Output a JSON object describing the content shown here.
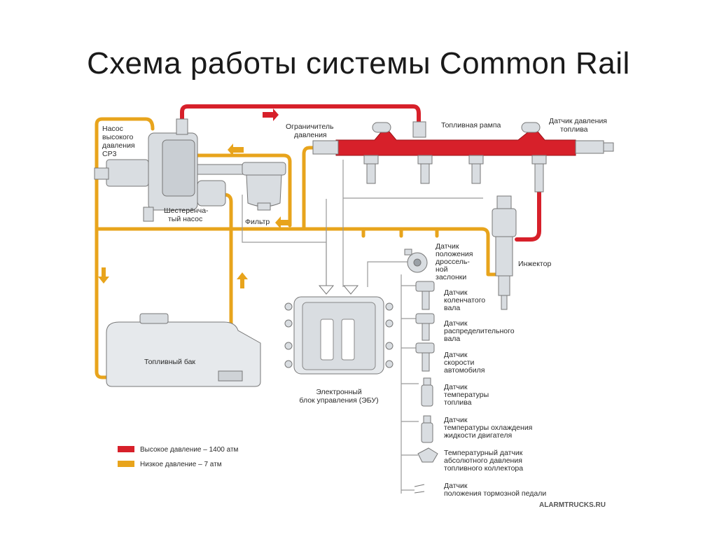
{
  "title": "Схема работы системы Common Rail",
  "colors": {
    "high_pressure": "#d7202a",
    "low_pressure": "#e8a41c",
    "component": "#d9dde1",
    "wire": "#9a9a9a"
  },
  "labels": {
    "pump": [
      "Насос",
      "высокого",
      "давления",
      "CP3"
    ],
    "pressure_limiter": [
      "Ограничитель",
      "давления"
    ],
    "fuel_rail": "Топливная рампа",
    "rail_pressure_sensor": [
      "Датчик давления",
      "топлива"
    ],
    "gear_pump": [
      "Шестерёнча-",
      "тый насос"
    ],
    "filter": "Фильтр",
    "throttle_sensor": [
      "Датчик",
      "положения",
      "дроссель-",
      "ной",
      "заслонки"
    ],
    "injector": "Инжектор",
    "crankshaft_sensor": [
      "Датчик",
      "коленчатого",
      "вала"
    ],
    "camshaft_sensor": [
      "Датчик",
      "распределительного",
      "вала"
    ],
    "speed_sensor": [
      "Датчик",
      "скорости",
      "автомобиля"
    ],
    "fuel_temp_sensor": [
      "Датчик",
      "температуры",
      "топлива"
    ],
    "coolant_temp_sensor": [
      "Датчик",
      "температуры охлаждения",
      "жидкости двигателя"
    ],
    "map_sensor": [
      "Температурный датчик",
      "абсолютного давления",
      "топливного коллектора"
    ],
    "brake_sensor": [
      "Датчик",
      "положения тормозной педали"
    ],
    "fuel_tank": "Топливный бак",
    "ecu": [
      "Электронный",
      "блок управления (ЭБУ)"
    ]
  },
  "legend": [
    {
      "label": "Высокое давление – 1400 атм",
      "color": "#d7202a"
    },
    {
      "label": "Низкое давление – 7 атм",
      "color": "#e8a41c"
    }
  ],
  "watermark": "ALARMTRUCKS.RU"
}
